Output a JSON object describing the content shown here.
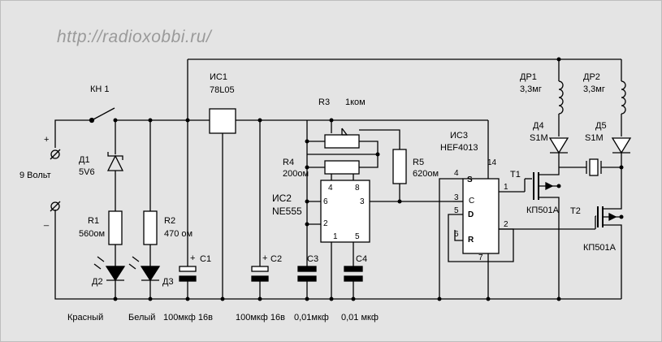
{
  "watermark": "http://radioxobbi.ru/",
  "power": {
    "label": "9 Вольт",
    "plus": "+",
    "minus": "_"
  },
  "switch": {
    "label": "КН 1"
  },
  "ic1": {
    "label": "ИС1",
    "part": "78L05"
  },
  "ic2": {
    "label": "ИС2",
    "part": "NE555",
    "pins": [
      "4",
      "8",
      "6",
      "2",
      "3",
      "1",
      "5"
    ]
  },
  "ic3": {
    "label": "ИС3",
    "part": "HEF4013",
    "pins": [
      "14",
      "4",
      "3",
      "5",
      "6",
      "7",
      "1",
      "2"
    ],
    "inputs": [
      "S",
      "C",
      "D",
      "R"
    ]
  },
  "d1": {
    "label": "Д1",
    "value": "5V6"
  },
  "r1": {
    "label": "R1",
    "value": "560ом"
  },
  "r2": {
    "label": "R2",
    "value": "470 ом"
  },
  "r3": {
    "label": "R3",
    "value": "1ком"
  },
  "r4": {
    "label": "R4",
    "value": "200ом"
  },
  "r5": {
    "label": "R5",
    "value": "620ом"
  },
  "c1": {
    "label": "C1",
    "value": "100мкф 16в",
    "plus": "+"
  },
  "c2": {
    "label": "C2",
    "value": "100мкф 16в",
    "plus": "+"
  },
  "c3": {
    "label": "C3",
    "value": "0,01мкф"
  },
  "c4": {
    "label": "C4",
    "value": "0,01 мкф"
  },
  "d2": {
    "label": "Д2",
    "color": "Красный"
  },
  "d3": {
    "label": "Д3",
    "color": "Белый"
  },
  "dr1": {
    "label": "ДР1",
    "value": "3,3мг"
  },
  "dr2": {
    "label": "ДР2",
    "value": "3,3мг"
  },
  "d4": {
    "label": "Д4",
    "value": "S1M"
  },
  "d5": {
    "label": "Д5",
    "value": "S1M"
  },
  "t1": {
    "label": "Т1",
    "part": "КП501А"
  },
  "t2": {
    "label": "Т2",
    "part": "КП501А"
  }
}
